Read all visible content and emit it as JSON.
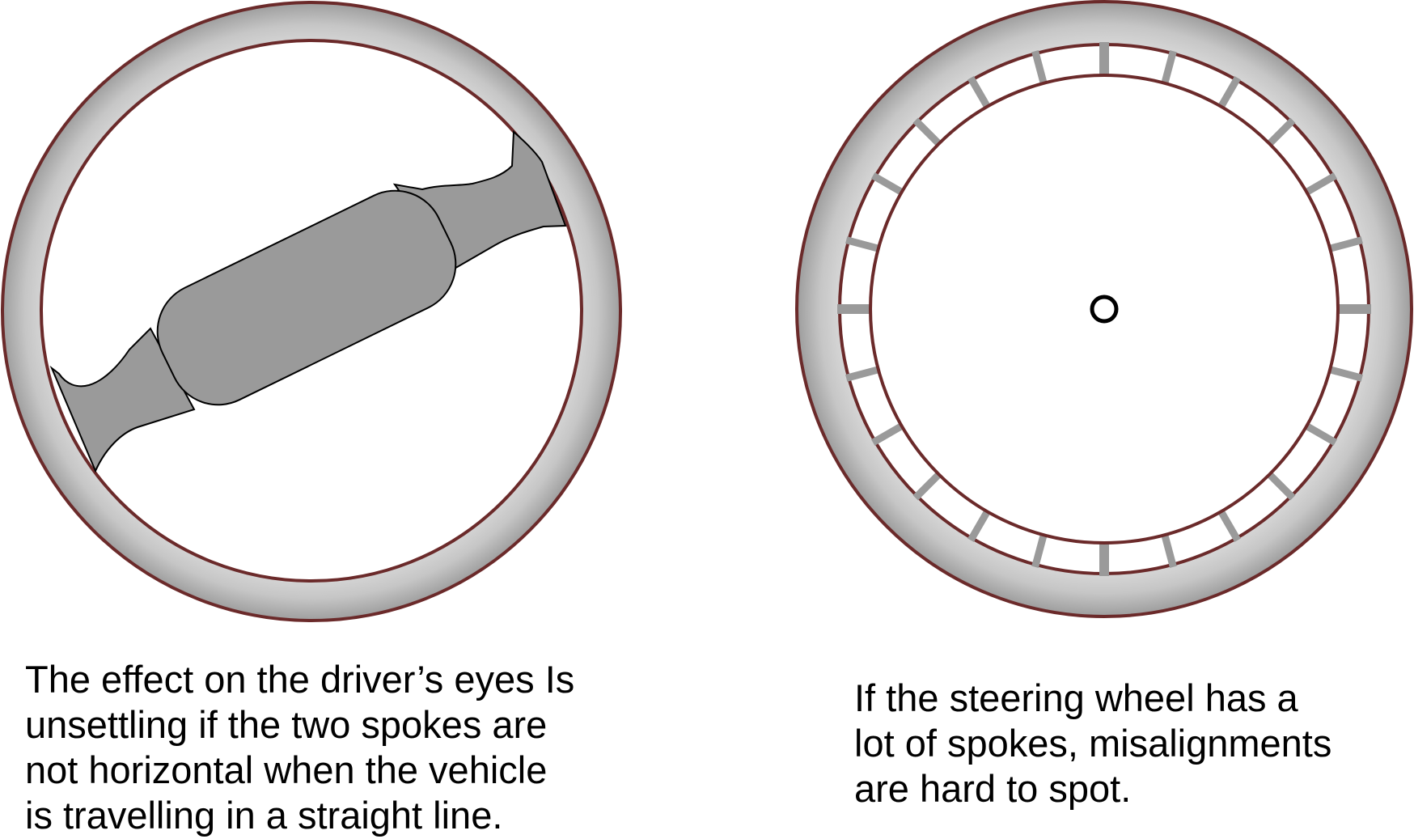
{
  "colors": {
    "rim_stroke": "#6b2a2a",
    "rim_light": "#e2e2e2",
    "rim_dark": "#999999",
    "spoke_fill": "#9a9a9a",
    "outline": "#000000",
    "background": "#ffffff"
  },
  "left_wheel": {
    "caption_lines": [
      "The effect on the driver’s eyes Is",
      "unsettling if the two spokes are",
      "not horizontal when the vehicle",
      "is travelling in a straight line."
    ]
  },
  "right_wheel": {
    "spoke_count": 24,
    "caption_lines": [
      "If the steering wheel has a",
      "lot of spokes, misalignments",
      "are hard to spot."
    ]
  }
}
